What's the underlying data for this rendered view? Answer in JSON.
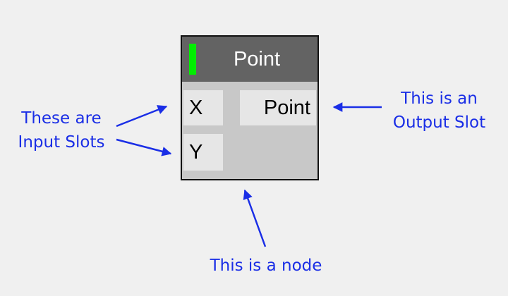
{
  "colors": {
    "background": "#f0f0f0",
    "node_body": "#c8c8c8",
    "node_header": "#636363",
    "node_border": "#111111",
    "slot": "#e6e6e6",
    "indicator": "#00ee00",
    "annotation": "#1a2ee6"
  },
  "node": {
    "title": "Point",
    "inputs": [
      {
        "label": "X"
      },
      {
        "label": "Y"
      }
    ],
    "outputs": [
      {
        "label": "Point"
      }
    ]
  },
  "annotations": {
    "input_slots": [
      "These are",
      "Input Slots"
    ],
    "output_slot": [
      "This is an",
      "Output Slot"
    ],
    "node": "This is a node"
  }
}
